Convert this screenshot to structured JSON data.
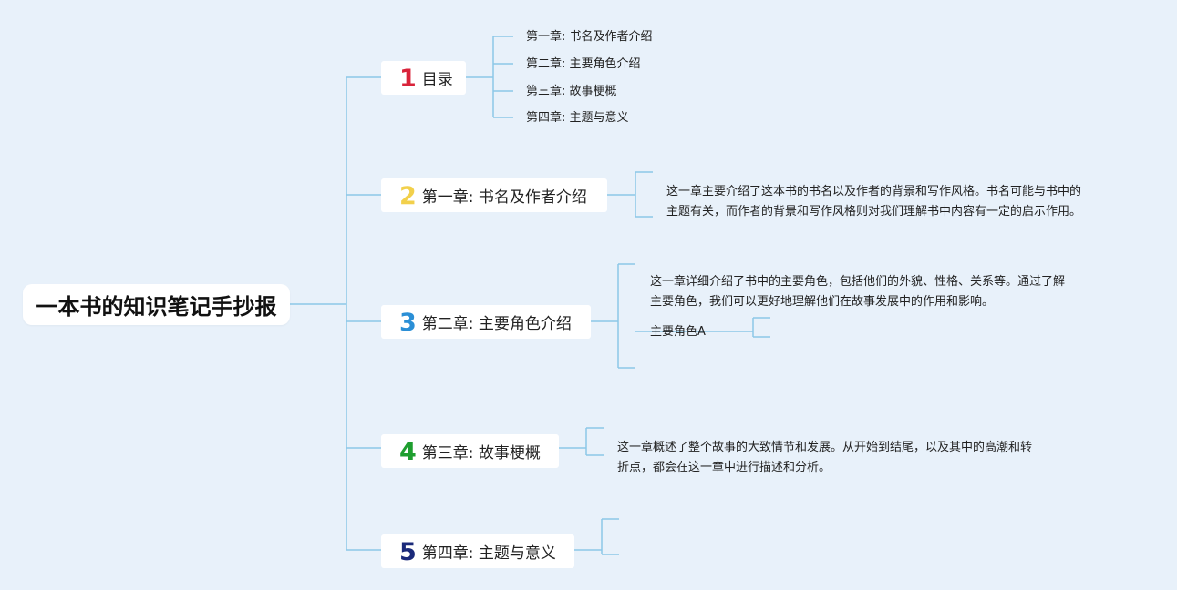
{
  "root": {
    "title": "一本书的知识笔记手抄报"
  },
  "colors": {
    "line": "#8cc8e8",
    "num1": "#d9233a",
    "num2": "#f2d04b",
    "num3": "#2b8fd6",
    "num4": "#1e9e2f",
    "num5": "#1b2a7a"
  },
  "branches": [
    {
      "number": "1",
      "label": "目录",
      "children": [
        "第一章: 书名及作者介绍",
        "第二章: 主要角色介绍",
        "第三章: 故事梗概",
        "第四章: 主题与意义"
      ]
    },
    {
      "number": "2",
      "label": "第一章: 书名及作者介绍",
      "description": [
        "这一章主要介绍了这本书的书名以及作者的背景和写作风格。书名可能与书中的",
        "主题有关，而作者的背景和写作风格则对我们理解书中内容有一定的启示作用。"
      ]
    },
    {
      "number": "3",
      "label": "第二章: 主要角色介绍",
      "description": [
        "这一章详细介绍了书中的主要角色，包括他们的外貌、性格、关系等。通过了解",
        "主要角色，我们可以更好地理解他们在故事发展中的作用和影响。"
      ],
      "sub_item": "主要角色A"
    },
    {
      "number": "4",
      "label": "第三章: 故事梗概",
      "description": [
        "这一章概述了整个故事的大致情节和发展。从开始到结尾，以及其中的高潮和转",
        "折点，都会在这一章中进行描述和分析。"
      ]
    },
    {
      "number": "5",
      "label": "第四章: 主题与意义"
    }
  ]
}
